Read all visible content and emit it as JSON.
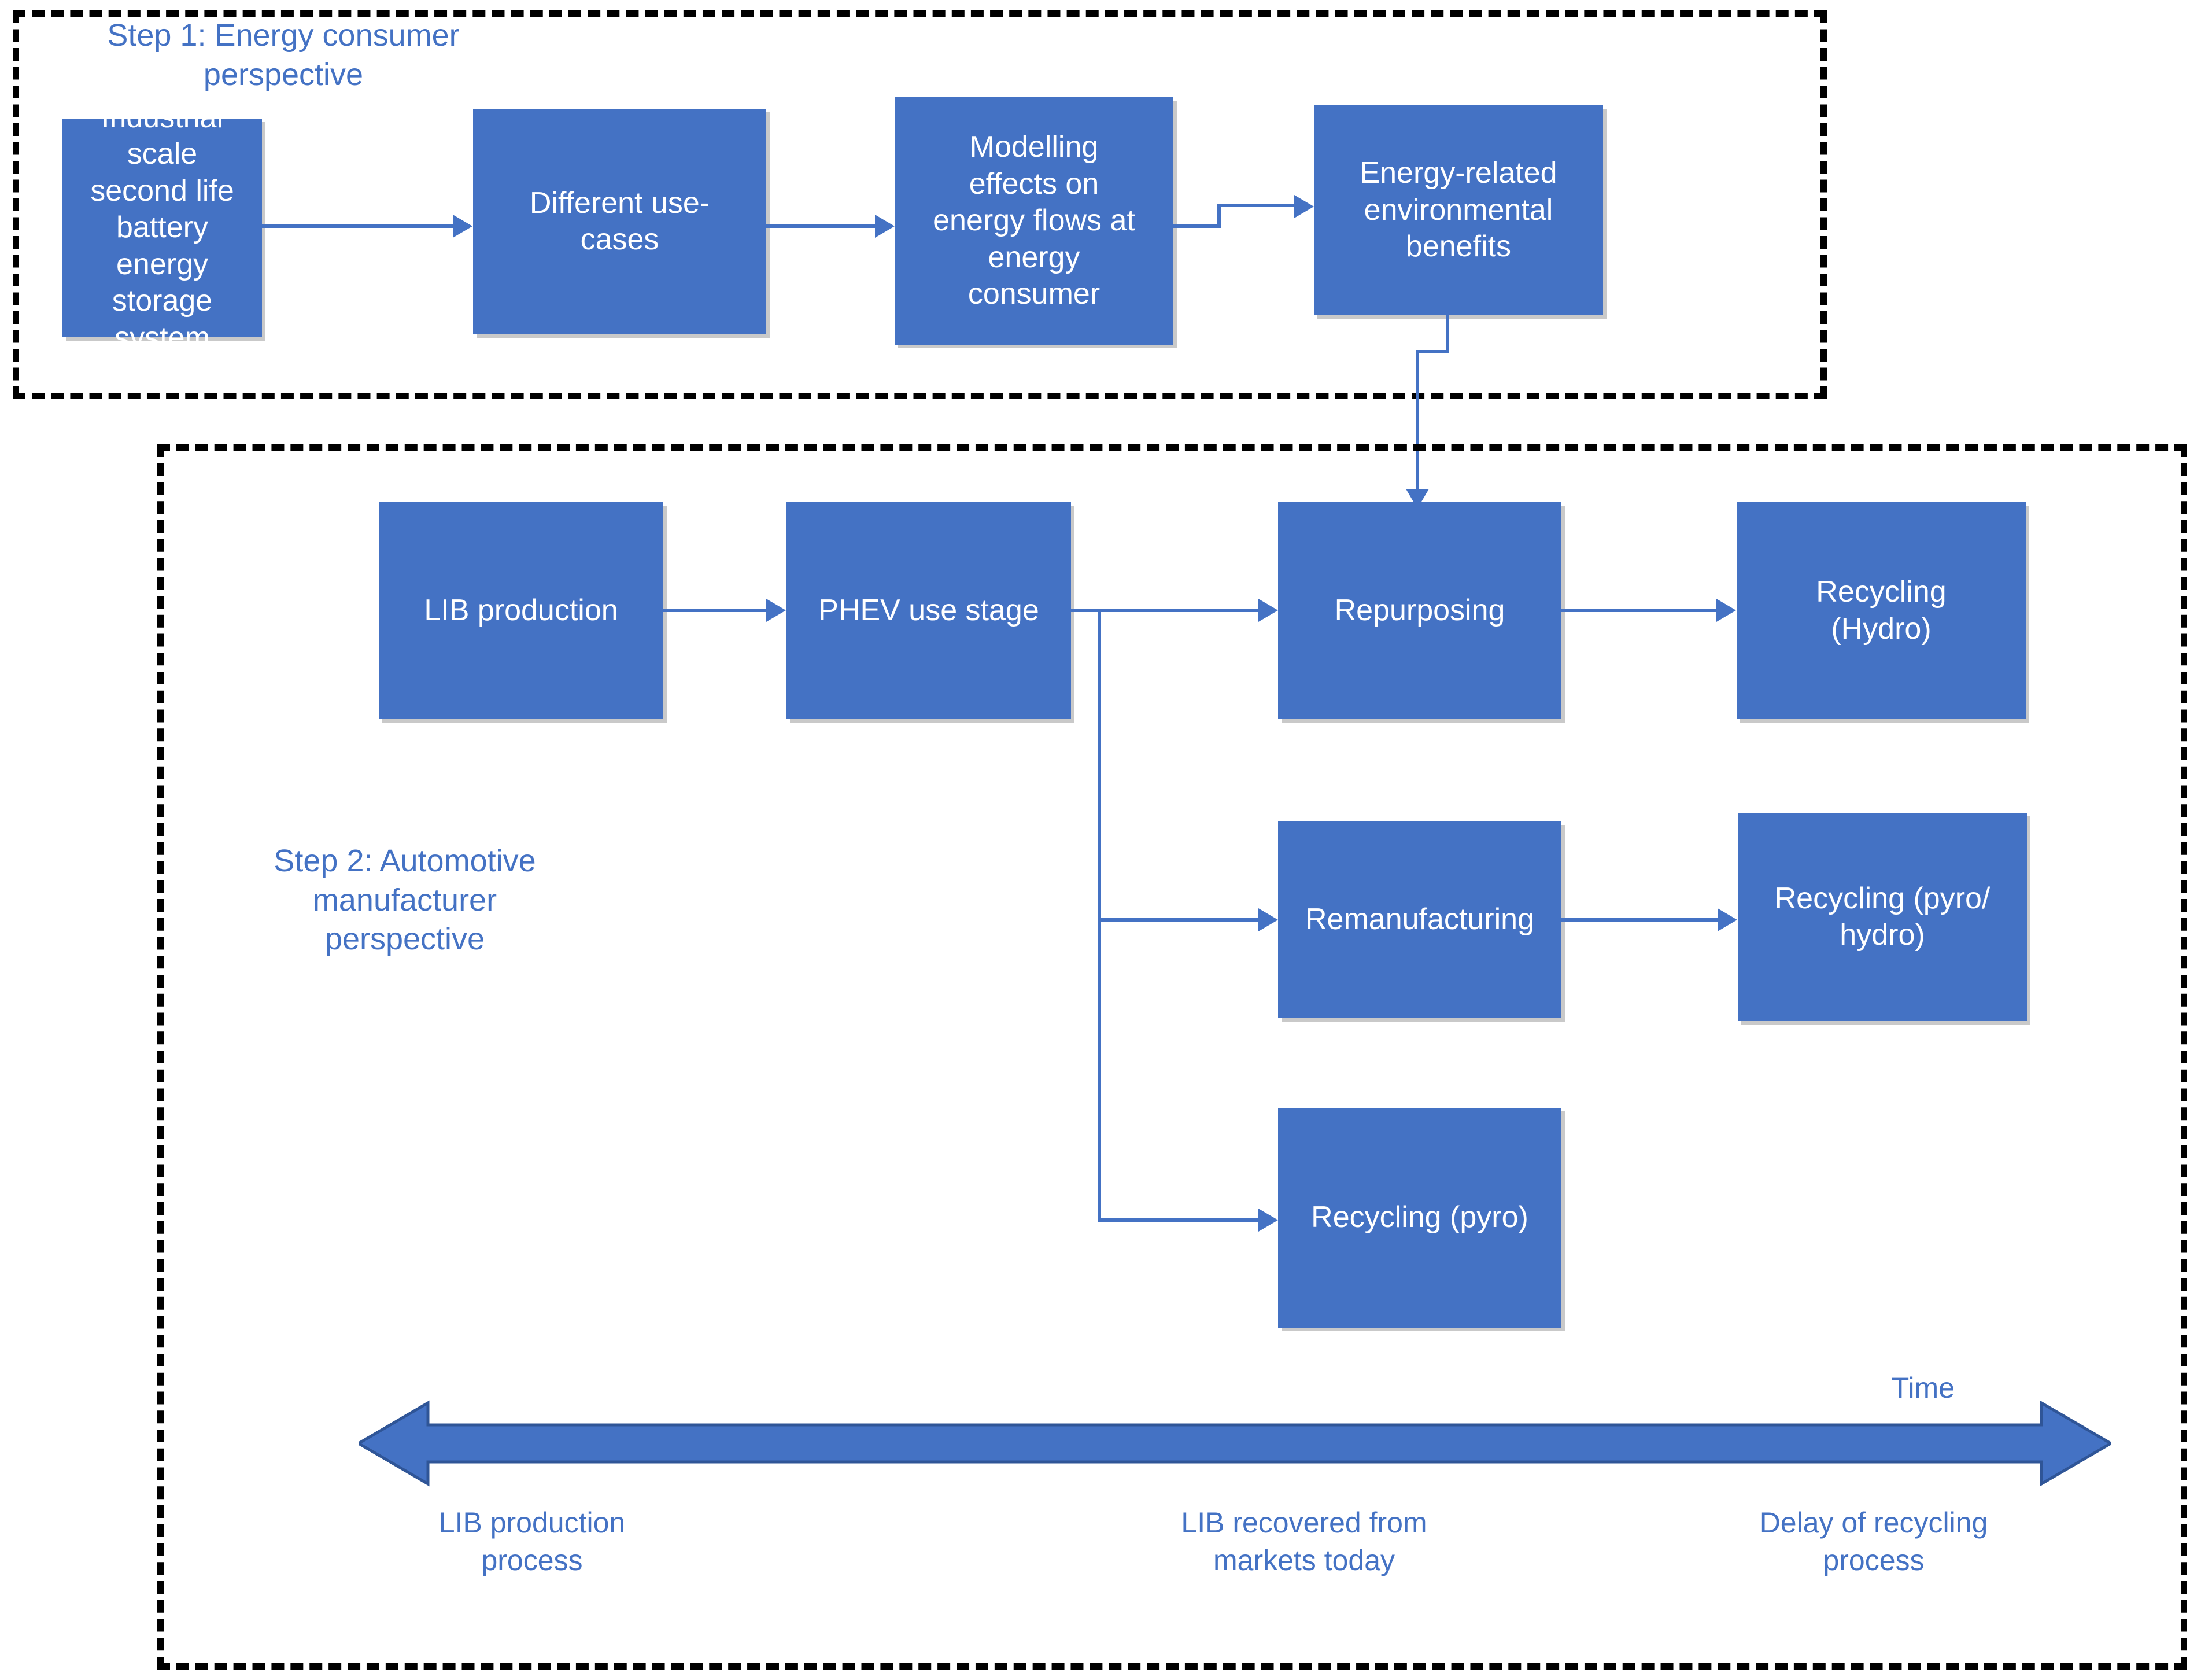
{
  "colors": {
    "node_fill": "#4472C4",
    "node_text": "#FFFFFF",
    "caption_text": "#4472C4",
    "frame": "#000000",
    "connector": "#4472C4",
    "node_shadow": "#C9C9C9",
    "background": "#FFFFFF"
  },
  "groups": [
    {
      "id": "step1",
      "caption": "Step 1: Energy consumer\nperspective"
    },
    {
      "id": "step2",
      "caption": "Step 2: Automotive\nmanufacturer\nperspective"
    }
  ],
  "nodes": {
    "industrial_storage": "Industrial scale\nsecond life\nbattery energy\nstorage system",
    "use_cases": "Different use-\ncases",
    "modelling": "Modelling\neffects on\nenergy flows at\nenergy\nconsumer",
    "benefits": "Energy-related\nenvironmental\nbenefits",
    "lib_production": "LIB production",
    "phev_use": "PHEV use stage",
    "repurposing": "Repurposing",
    "recycling_hydro": "Recycling\n(Hydro)",
    "remanufacturing": "Remanufacturing",
    "recycling_pyro_hydro": "Recycling (pyro/\nhydro)",
    "recycling_pyro": "Recycling (pyro)"
  },
  "timeline": {
    "axis_label": "Time",
    "markers": [
      "LIB production\nprocess",
      "LIB recovered from\nmarkets today",
      "Delay of recycling\nprocess"
    ]
  }
}
